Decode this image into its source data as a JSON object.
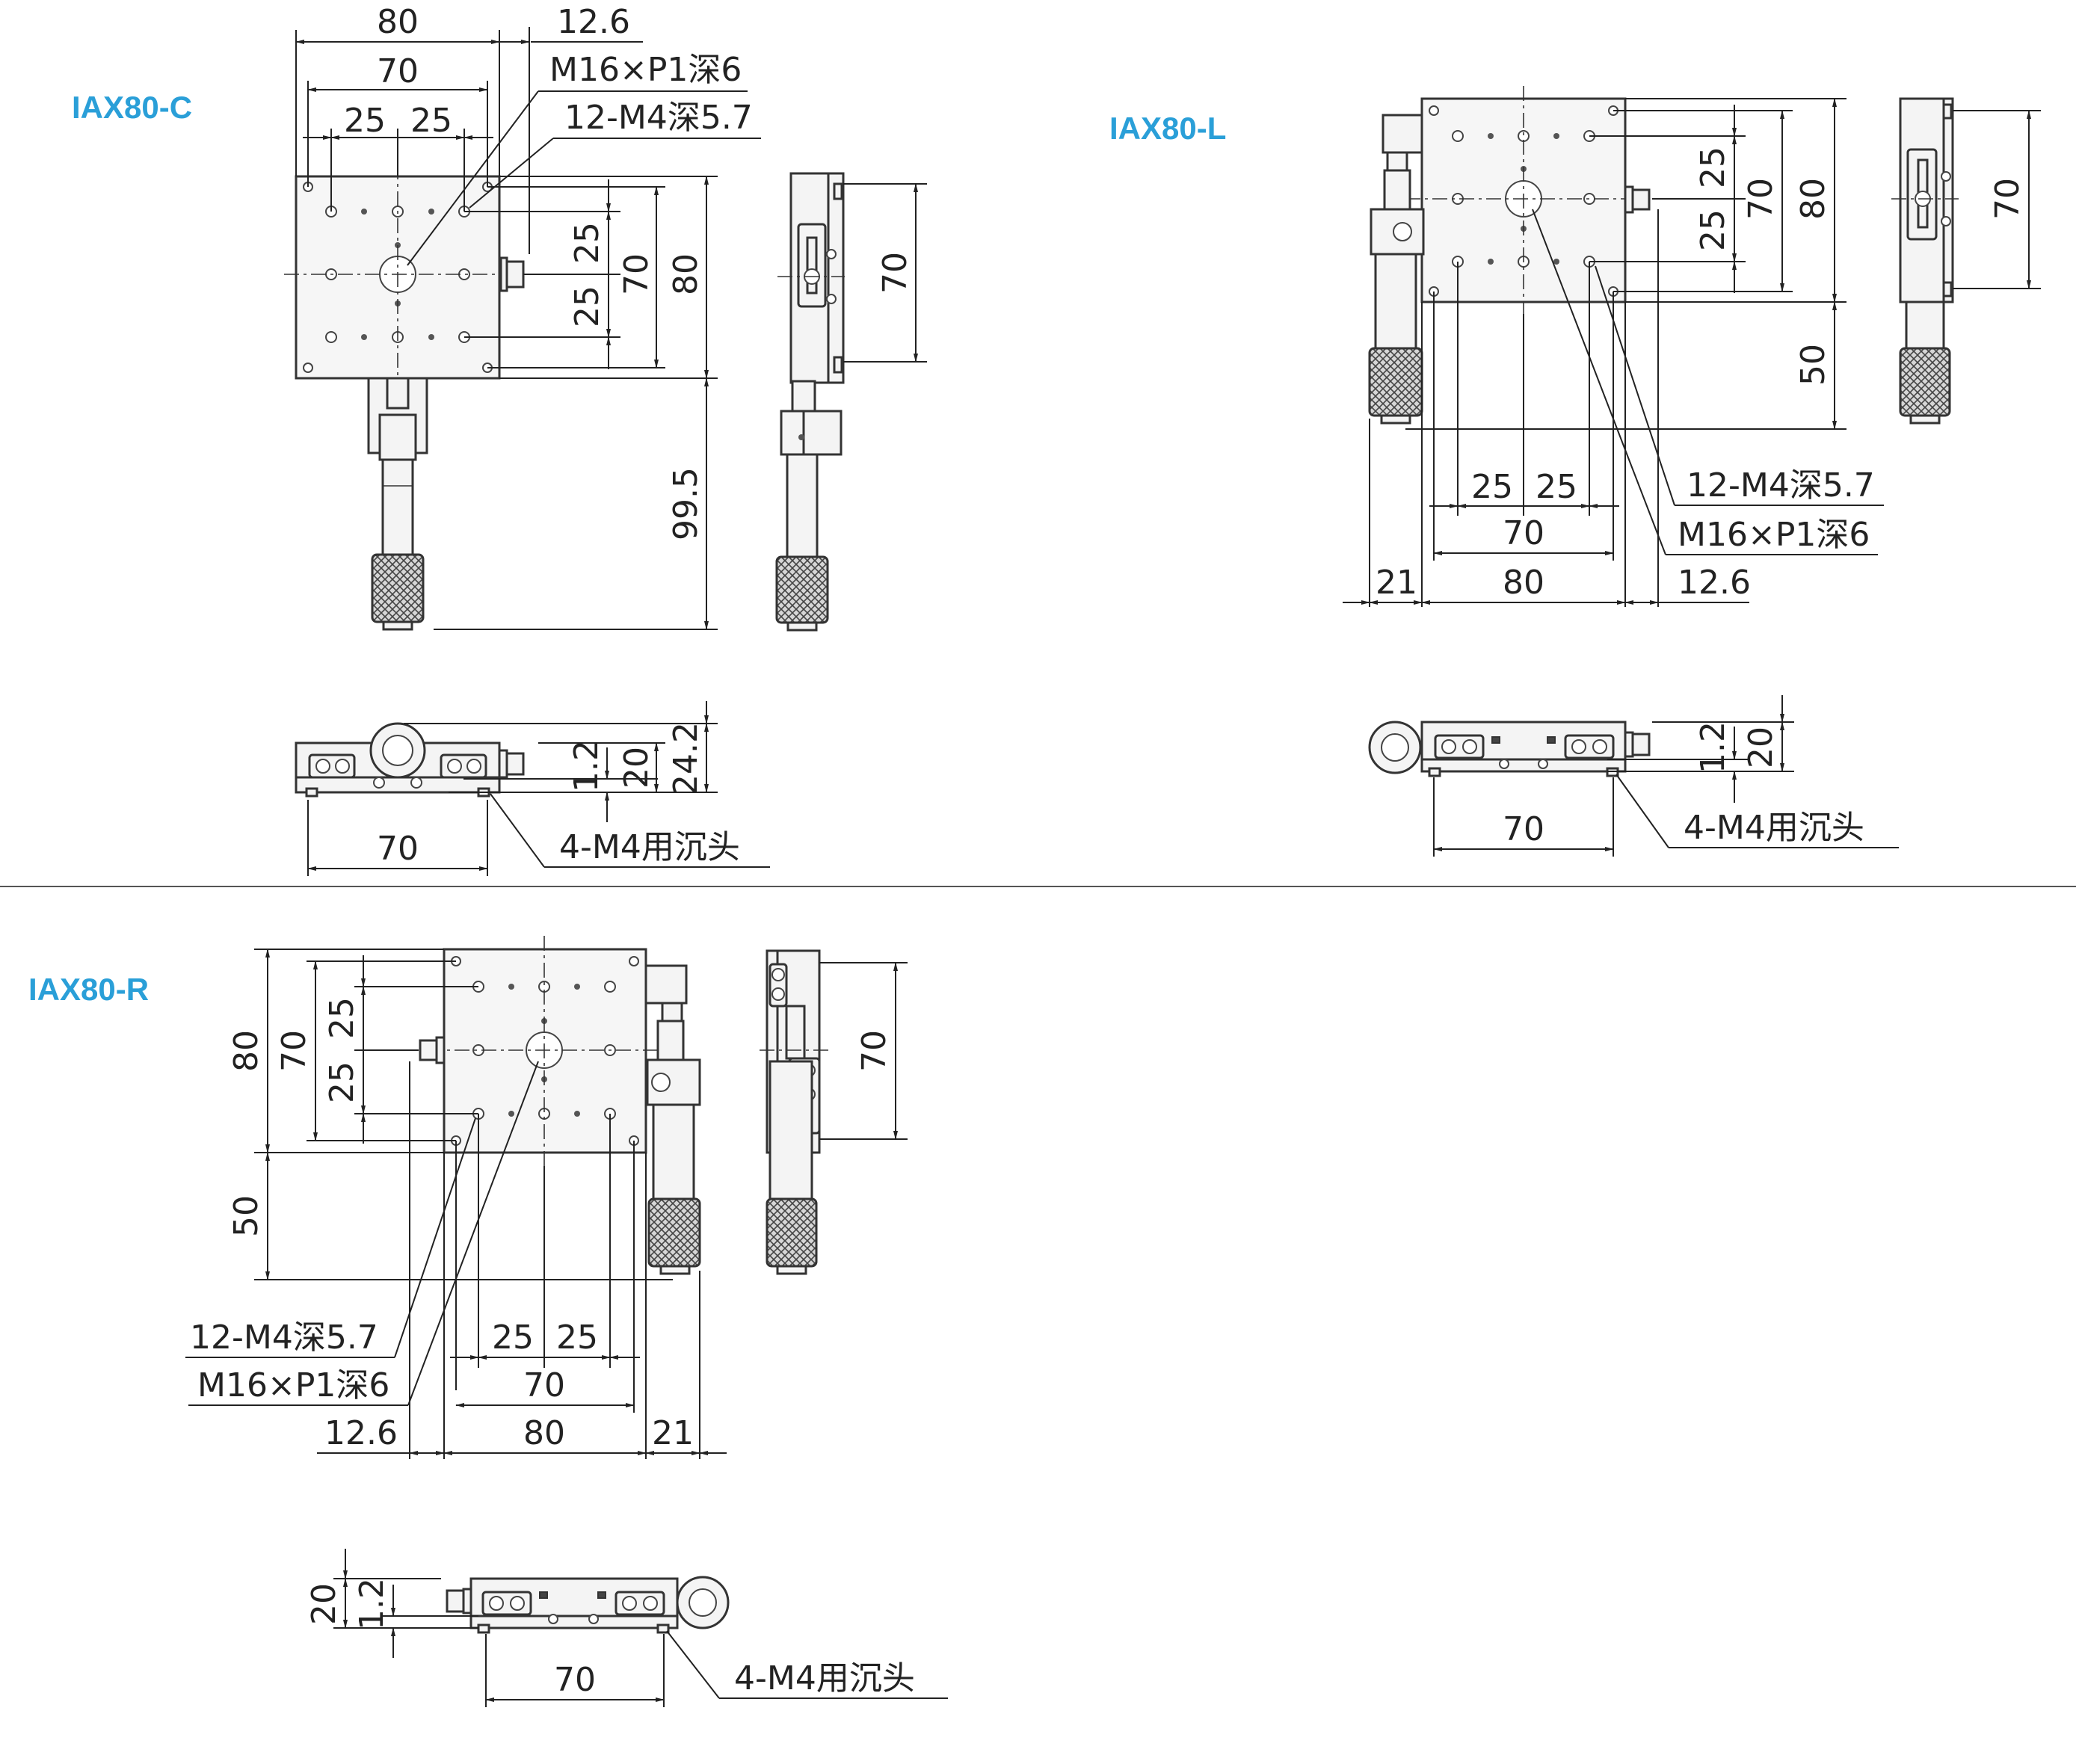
{
  "panels": {
    "c": {
      "title": "IAX80-C",
      "dims": {
        "w80": "80",
        "w70": "70",
        "w25a": "25",
        "w25b": "25",
        "off": "12.6",
        "v25a": "25",
        "v25b": "25",
        "v70": "70",
        "v80": "80",
        "v995": "99.5",
        "side70": "70",
        "front12": "1.2",
        "front20": "20",
        "front242": "24.2",
        "front70": "70"
      },
      "callouts": {
        "thread": "M16×P1深6",
        "holes": "12-M4深5.7",
        "counterbore": "4-M4用沉头"
      }
    },
    "l": {
      "title": "IAX80-L",
      "dims": {
        "v25a": "25",
        "v25b": "25",
        "v70": "70",
        "v80": "80",
        "v50": "50",
        "side70": "70",
        "w25a": "25",
        "w25b": "25",
        "w70": "70",
        "w21": "21",
        "w80": "80",
        "off": "12.6",
        "front12": "1.2",
        "front20": "20",
        "front70": "70"
      },
      "callouts": {
        "holes": "12-M4深5.7",
        "thread": "M16×P1深6",
        "counterbore": "4-M4用沉头"
      }
    },
    "r": {
      "title": "IAX80-R",
      "dims": {
        "v80": "80",
        "v70": "70",
        "v25a": "25",
        "v25b": "25",
        "v50": "50",
        "side70": "70",
        "w25a": "25",
        "w25b": "25",
        "w70": "70",
        "off": "12.6",
        "w80": "80",
        "w21": "21",
        "front20": "20",
        "front12": "1.2",
        "front70": "70"
      },
      "callouts": {
        "holes": "12-M4深5.7",
        "thread": "M16×P1深6",
        "counterbore": "4-M4用沉头"
      }
    }
  },
  "colors": {
    "title": "#2a9fd8",
    "line": "#222222",
    "fill": "#f4f4f4"
  }
}
